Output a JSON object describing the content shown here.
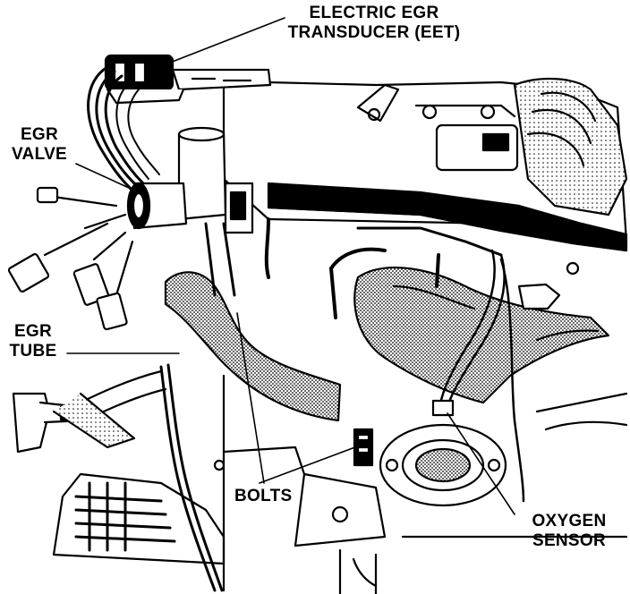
{
  "diagram": {
    "labels": {
      "eet_line1": "ELECTRIC EGR",
      "eet_line2": "TRANSDUCER (EET)",
      "egr_valve_line1": "EGR",
      "egr_valve_line2": "VALVE",
      "egr_tube_line1": "EGR",
      "egr_tube_line2": "TUBE",
      "bolts": "BOLTS",
      "oxygen_sensor_line1": "OXYGEN",
      "oxygen_sensor_line2": "SENSOR"
    }
  },
  "colors": {
    "ink": "#000000",
    "paper": "#ffffff",
    "shade": "#8a8a8a"
  }
}
